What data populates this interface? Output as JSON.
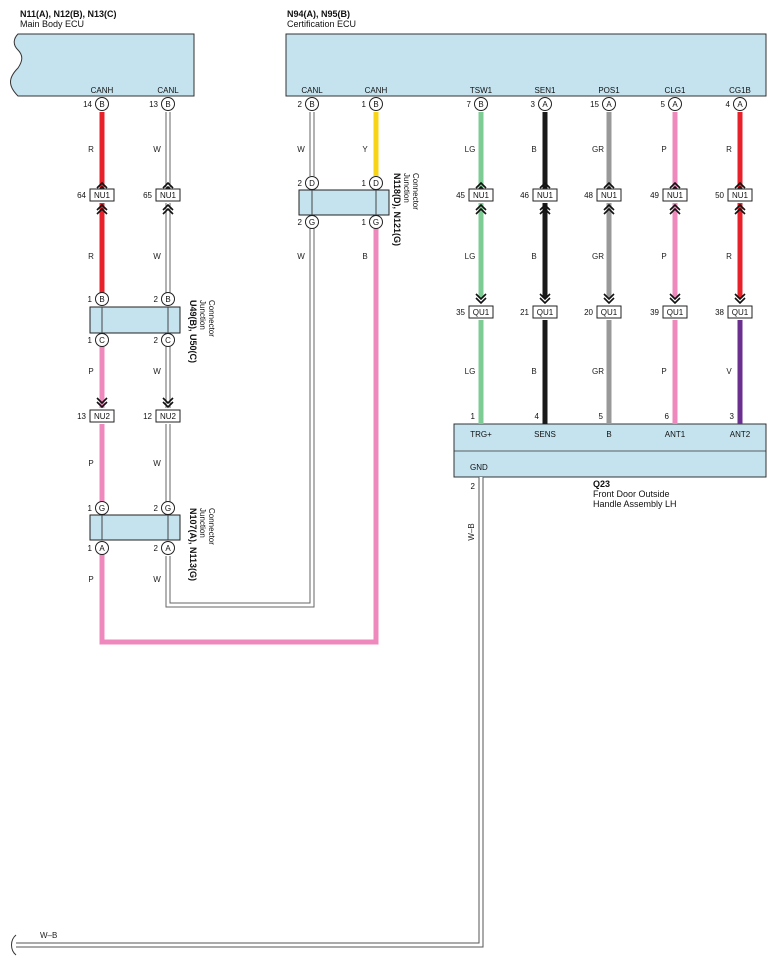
{
  "ecus": {
    "main_body": {
      "ids": "N11(A), N12(B), N13(C)",
      "name": "Main Body ECU",
      "pins": [
        "CANH",
        "CANL"
      ]
    },
    "cert": {
      "ids": "N94(A), N95(B)",
      "name": "Certification ECU",
      "pins": [
        "CANL",
        "CANH",
        "TSW1",
        "SEN1",
        "POS1",
        "CLG1",
        "CG1B"
      ]
    },
    "q23": {
      "id": "Q23",
      "name_line1": "Front Door Outside",
      "name_line2": "Handle Assembly LH",
      "pins_top": [
        "TRG+",
        "SENS",
        "B",
        "ANT1",
        "ANT2"
      ],
      "gnd": "GND",
      "gnd_pin": "2"
    }
  },
  "junctions": {
    "u49": {
      "ids": "U49(B), U50(C)",
      "label1": "Junction",
      "label2": "Connector"
    },
    "n118": {
      "ids": "N118(D), N121(G)",
      "label1": "Junction",
      "label2": "Connector"
    },
    "n107": {
      "ids": "N107(A), N113(G)",
      "label1": "Junction",
      "label2": "Connector"
    }
  },
  "connectors": {
    "nu1": "NU1",
    "nu2": "NU2",
    "qu1": "QU1"
  },
  "pins": {
    "mb_canh": {
      "num": "14",
      "letter": "B"
    },
    "mb_canl": {
      "num": "13",
      "letter": "B"
    },
    "ce_canl": {
      "num": "2",
      "letter": "B"
    },
    "ce_canh": {
      "num": "1",
      "letter": "B"
    },
    "tsw1": {
      "num": "7",
      "letter": "B"
    },
    "sen1": {
      "num": "3",
      "letter": "A"
    },
    "pos1": {
      "num": "15",
      "letter": "A"
    },
    "clg1": {
      "num": "5",
      "letter": "A"
    },
    "cg1b": {
      "num": "4",
      "letter": "A"
    },
    "u49_tl": {
      "num": "1",
      "letter": "B"
    },
    "u49_tr": {
      "num": "2",
      "letter": "B"
    },
    "u49_bl": {
      "num": "1",
      "letter": "C"
    },
    "u49_br": {
      "num": "2",
      "letter": "C"
    },
    "n118_t1": {
      "num": "2",
      "letter": "D"
    },
    "n118_t2": {
      "num": "1",
      "letter": "D"
    },
    "n118_b1": {
      "num": "2",
      "letter": "G"
    },
    "n118_b2": {
      "num": "1",
      "letter": "G"
    },
    "n107_tl": {
      "num": "1",
      "letter": "G"
    },
    "n107_tr": {
      "num": "2",
      "letter": "G"
    },
    "n107_bl": {
      "num": "1",
      "letter": "A"
    },
    "n107_br": {
      "num": "2",
      "letter": "A"
    }
  },
  "conn_nums": {
    "nu1_64": "64",
    "nu1_65": "65",
    "nu1_45": "45",
    "nu1_46": "46",
    "nu1_48": "48",
    "nu1_49": "49",
    "nu1_50": "50",
    "qu1_35": "35",
    "qu1_21": "21",
    "qu1_20": "20",
    "qu1_39": "39",
    "qu1_38": "38",
    "nu2_13": "13",
    "nu2_12": "12",
    "q23_1": "1",
    "q23_4": "4",
    "q23_5": "5",
    "q23_6": "6",
    "q23_3": "3"
  },
  "wire_colors": {
    "R": "R",
    "W": "W",
    "Y": "Y",
    "B": "B",
    "LG": "LG",
    "GR": "GR",
    "P": "P",
    "V": "V",
    "WB": "W–B"
  },
  "colors": {
    "ecu_fill": "#c5e3ef",
    "red": "#e8202a",
    "white": "#ffffff",
    "yellow": "#f7d416",
    "pink": "#ef88bc",
    "lgreen": "#7ccc94",
    "black": "#1a1a1a",
    "gray": "#999999",
    "violet": "#6b2f8f"
  }
}
